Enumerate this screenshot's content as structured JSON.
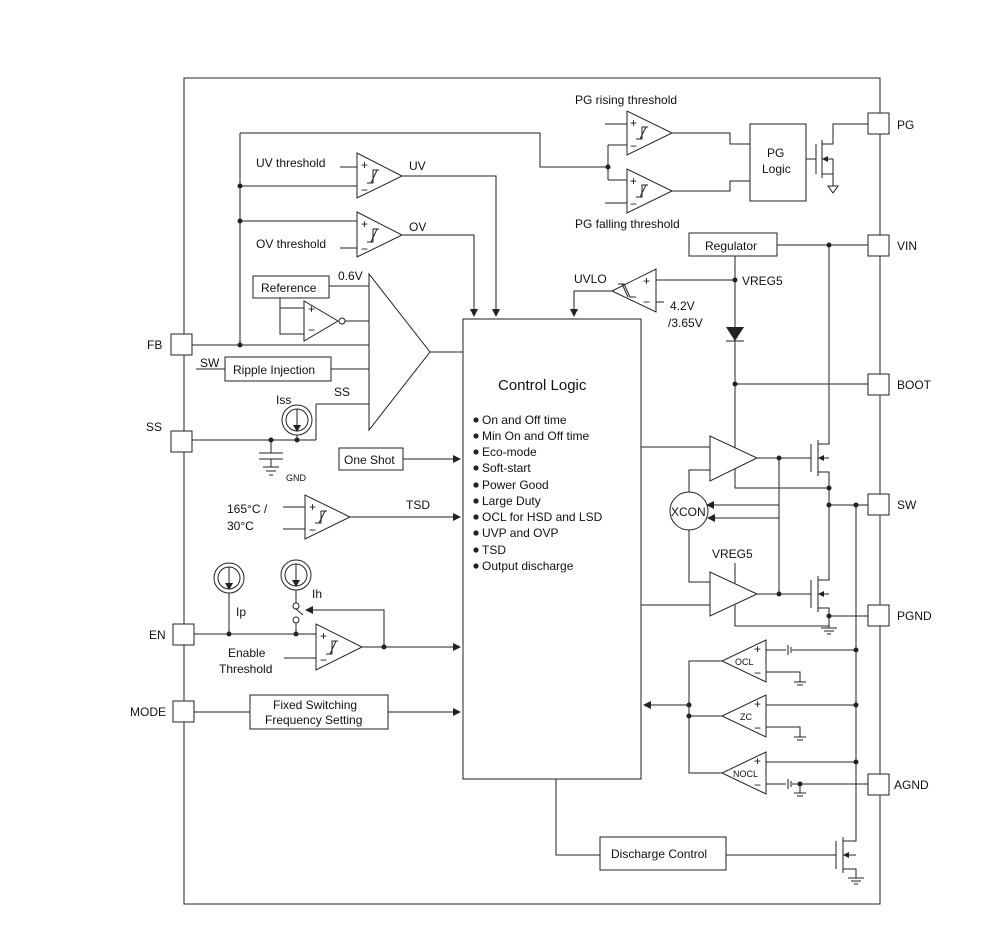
{
  "pins": {
    "pg": "PG",
    "vin": "VIN",
    "boot": "BOOT",
    "sw": "SW",
    "pgnd": "PGND",
    "agnd": "AGND",
    "fb": "FB",
    "ss": "SS",
    "en": "EN",
    "mode": "MODE"
  },
  "labels": {
    "pg_rising": "PG rising threshold",
    "pg_falling": "PG falling threshold",
    "uv_threshold": "UV threshold",
    "uv": "UV",
    "ov_threshold": "OV threshold",
    "ov": "OV",
    "v06": "0.6V",
    "sw_in": "SW",
    "ss_in": "SS",
    "iss": "Iss",
    "gnd": "GND",
    "uvlo": "UVLO",
    "vreg5_top": "VREG5",
    "v42": "4.2V",
    "v365": "/3.65V",
    "tsd_temp1": "165°C /",
    "tsd_temp2": "30°C",
    "tsd": "TSD",
    "ip": "Ip",
    "ih": "Ih",
    "enable1": "Enable",
    "enable2": "Threshold",
    "vreg5_low": "VREG5",
    "xcon": "XCON",
    "ocl": "OCL",
    "zc": "ZC",
    "nocl": "NOCL"
  },
  "blocks": {
    "pg_logic_1": "PG",
    "pg_logic_2": "Logic",
    "regulator": "Regulator",
    "reference": "Reference",
    "ripple": "Ripple Injection",
    "one_shot": "One Shot",
    "fixed_1": "Fixed Switching",
    "fixed_2": "Frequency Setting",
    "discharge": "Discharge Control"
  },
  "control_logic": {
    "title": "Control Logic",
    "features": [
      "On and Off time",
      "Min On and Off time",
      "Eco-mode",
      "Soft-start",
      "Power Good",
      "Large Duty",
      "OCL for HSD and LSD",
      "UVP and OVP",
      "TSD",
      "Output discharge"
    ]
  }
}
